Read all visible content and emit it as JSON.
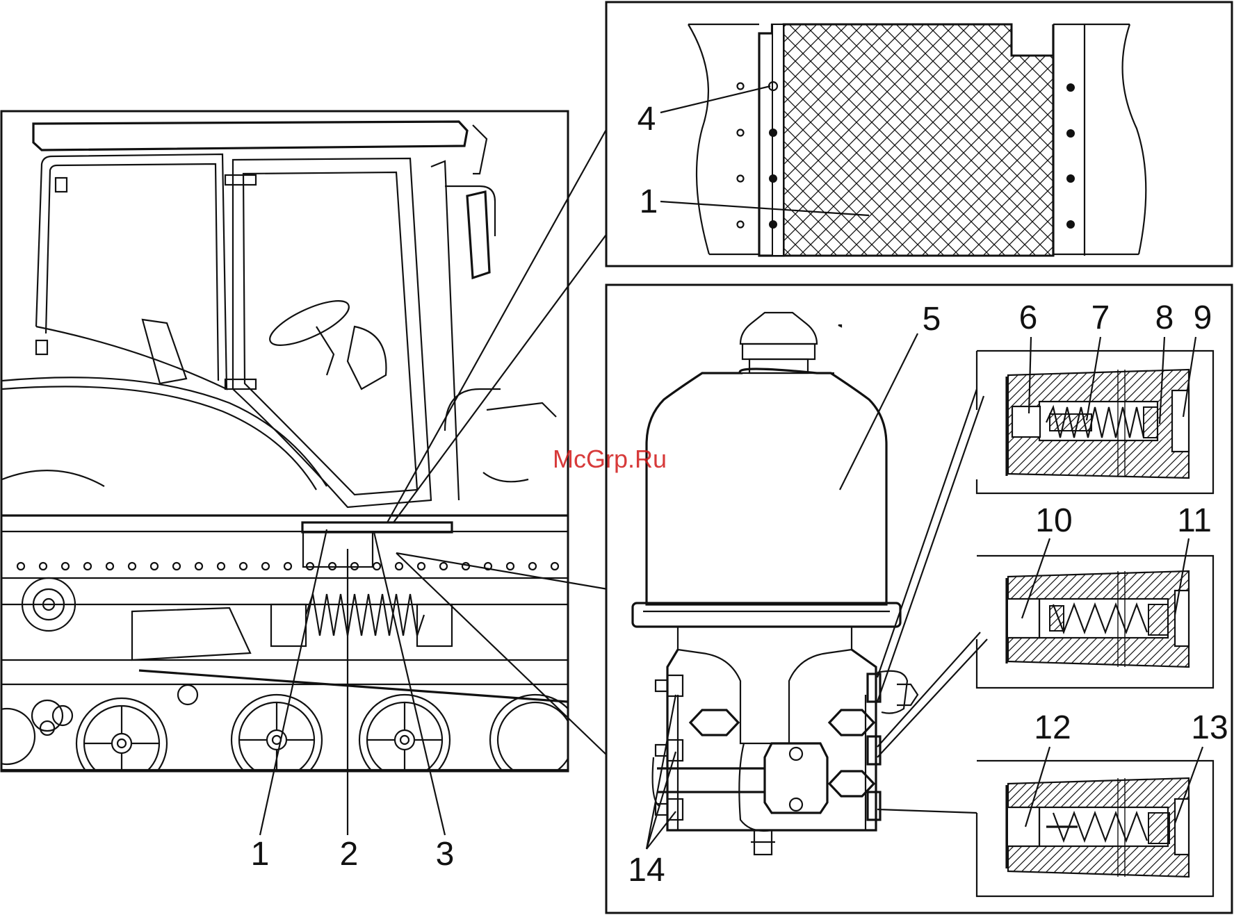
{
  "watermark": "McGrp.Ru",
  "callouts": {
    "c1": "1",
    "c2": "2",
    "c3": "3",
    "c4": "4",
    "c1_detail": "1",
    "c5": "5",
    "c6": "6",
    "c7": "7",
    "c8": "8",
    "c9": "9",
    "c10": "10",
    "c11": "11",
    "c12": "12",
    "c13": "13",
    "c14": "14"
  },
  "colors": {
    "line": "#111111",
    "background": "#ffffff",
    "watermark": "#d01818"
  }
}
